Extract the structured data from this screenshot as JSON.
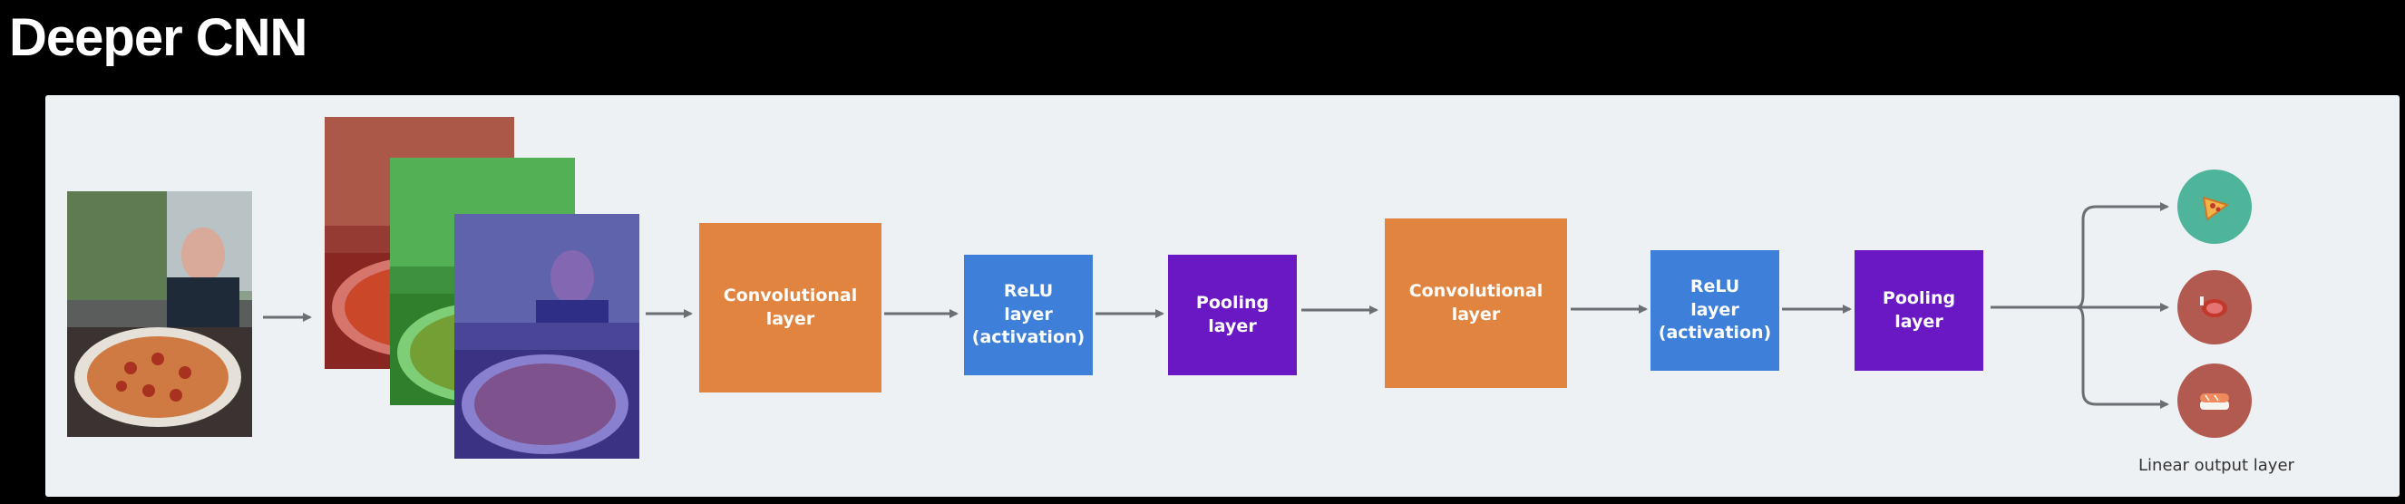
{
  "title": "Deeper CNN",
  "diagram": {
    "layers": [
      {
        "label": "Convolutional layer",
        "color": "#e0843f"
      },
      {
        "label": "ReLU\nlayer\n(activation)",
        "color": "#3d7fd9"
      },
      {
        "label": "Pooling\nlayer",
        "color": "#6a17c4"
      },
      {
        "label": "Convolutional layer",
        "color": "#e0843f"
      },
      {
        "label": "ReLU\nlayer\n(activation)",
        "color": "#3d7fd9"
      },
      {
        "label": "Pooling\nlayer",
        "color": "#6a17c4"
      }
    ],
    "channel_tints": [
      "red",
      "green",
      "blue"
    ],
    "outputs": [
      {
        "icon": "pizza-icon",
        "color": "#4fb59a"
      },
      {
        "icon": "steak-icon",
        "color": "#b35a50"
      },
      {
        "icon": "sushi-icon",
        "color": "#b35a50"
      }
    ],
    "output_caption": "Linear output layer"
  }
}
